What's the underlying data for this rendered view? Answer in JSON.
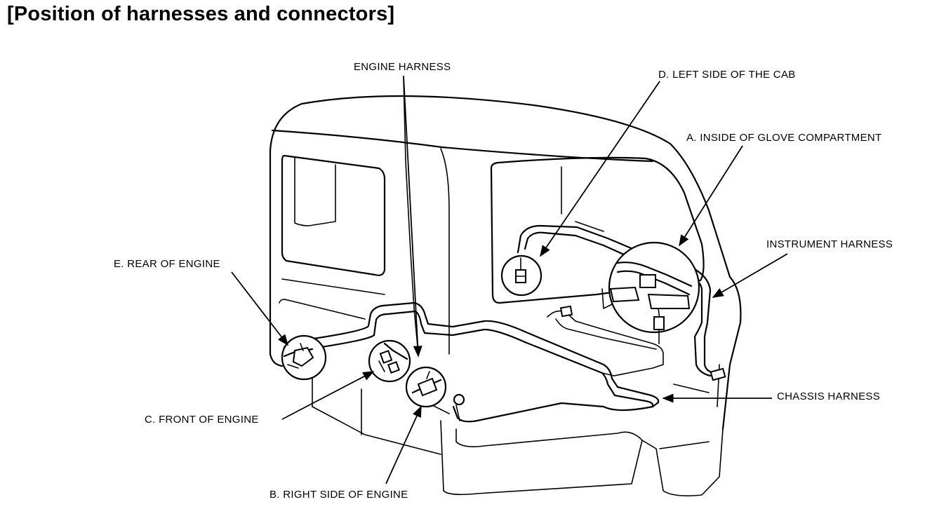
{
  "title": "[Position of harnesses and connectors]",
  "labels": {
    "engine_harness": "ENGINE HARNESS",
    "left_side_cab": "D. LEFT SIDE OF THE CAB",
    "glove_compartment": "A. INSIDE OF GLOVE COMPARTMENT",
    "instrument_harness": "INSTRUMENT HARNESS",
    "rear_of_engine": "E. REAR OF ENGINE",
    "front_of_engine": "C. FRONT OF ENGINE",
    "chassis_harness": "CHASSIS HARNESS",
    "right_side_engine": "B. RIGHT SIDE OF ENGINE"
  }
}
